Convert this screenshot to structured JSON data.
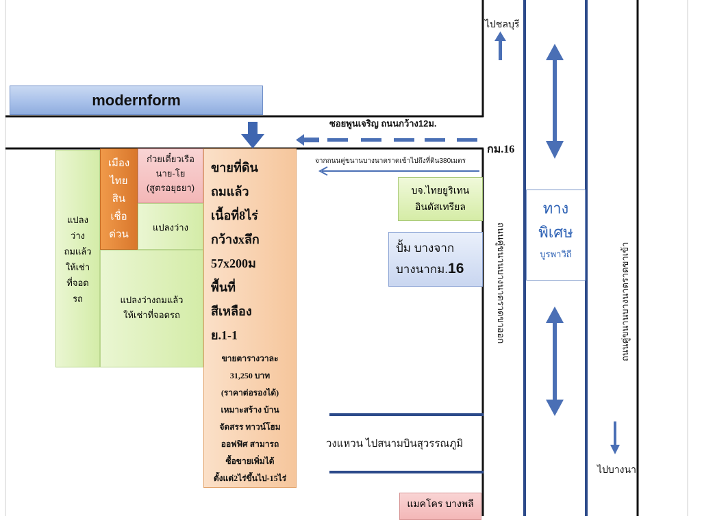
{
  "labels": {
    "modernform": "modernform",
    "to_chonburi": "ไปชลบุรี",
    "soi_label": "ซอยพูนเจริญ ถนนกว้าง12ม.",
    "km16": "กม.16",
    "from_road": "จากถนนคู่ขนานบางนาตราดเข้าไปถึงที่ดิน380เมตร",
    "orange_lines": [
      "เมือง",
      "ไทย",
      "สิน",
      "เชื่อ",
      "ด่วน"
    ],
    "pink_lines": [
      "ก๋วยเตี๋ยวเรือ",
      "นาย-โย",
      "(สูตรอยุธยา)"
    ],
    "vacant": "แปลงว่าง",
    "left_lot_lines": [
      "แปลง",
      "ว่าง",
      "ถมแล้ว",
      "ให้เช่า",
      "ที่จอด",
      "รถ"
    ],
    "mid_lot_lines": [
      "แปลงว่างถมแล้ว",
      "ให้เช่าที่จอดรถ"
    ],
    "sale_head_lines": [
      "ขายที่ดิน",
      "ถมแล้ว",
      "เนื้อที่8ไร่",
      "กว้างxลึก",
      "57x200ม",
      "พื้นที่",
      "สีเหลือง",
      "ย.1-1"
    ],
    "sale_body_lines": [
      "ขายตารางวาละ",
      "31,250 บาท",
      "(ราคาต่อรองได้)",
      "เหมาะสร้าง บ้าน",
      "จัดสรร ทาวน์โฮม",
      "ออฟฟิศ สามารถ",
      "ซื้อขายเพิ่มได้",
      "ตั้งแต่2ไร่ขึ้นไป-15ไร่"
    ],
    "company_lines": [
      "บจ.ไทยยูริเทน",
      "อินดัสเทรียล"
    ],
    "pump_line1": "ปั้ม บางจาก",
    "pump_line2_text": "บางนากม.",
    "pump_line2_num": "16",
    "special_line1": "ทาง",
    "special_line2": "พิเศษ",
    "special_line3": "บูรพาวิถี",
    "road_vertical_left": "ถนนคู่ขนานบางนาตราดขาออก",
    "road_vertical_right": "ถนนคู่ขนานบางนาตราดขาเข้า",
    "ring_road": "วงแหวน ไปสนามบินสุวรรณภูมิ",
    "to_bangna": "ไปบางนา",
    "macro": "แมคโคร บางพลี"
  },
  "colors": {
    "road_line": "#111111",
    "arrow_blue": "#4a6fb5",
    "highway_border": "#2c4a8a",
    "special_text": "#2e62b5",
    "orange_lot": "#e08535",
    "sale_lot": "#f8d3b0",
    "green_lot": "#dcefb8",
    "pink_lot": "#f5c4c4"
  }
}
